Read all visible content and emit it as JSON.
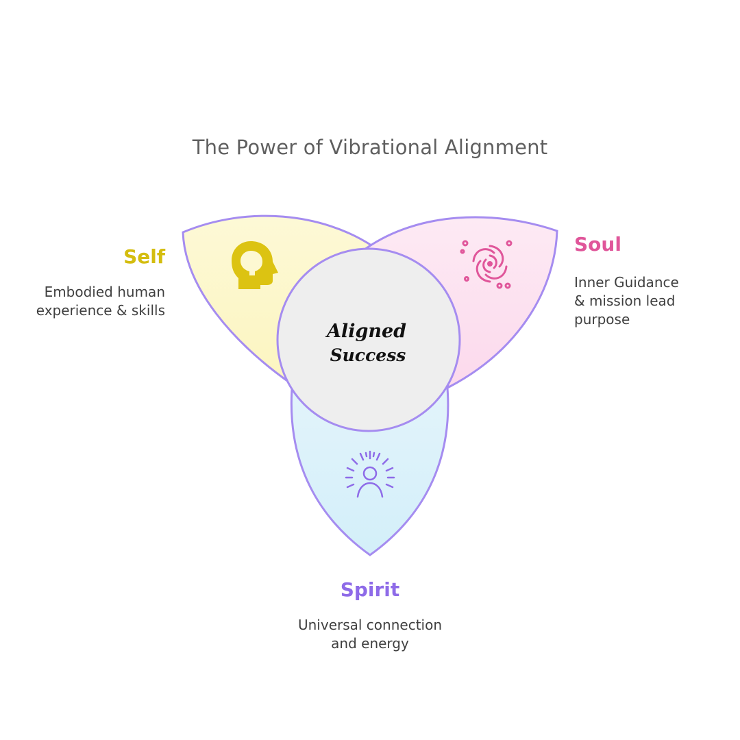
{
  "title": "The Power of Vibrational Alignment",
  "center": {
    "line1": "Aligned",
    "line2": "Success"
  },
  "self": {
    "label": "Self",
    "description_line1": "Embodied human",
    "description_line2": "experience & skills",
    "color": "#d4bd0f",
    "fill": "#fdf7cf",
    "icon": "head-profile-icon"
  },
  "soul": {
    "label": "Soul",
    "description_line1": "Inner Guidance",
    "description_line2": "& mission lead",
    "description_line3": "purpose",
    "color": "#e0569a",
    "fill": "#fde3f1",
    "icon": "galaxy-spiral-icon"
  },
  "spirit": {
    "label": "Spirit",
    "description_line1": "Universal connection",
    "description_line2": "and energy",
    "color": "#8e6be8",
    "fill": "#dbf1fb",
    "icon": "radiant-person-icon"
  },
  "outline_color": "#a58cf0"
}
